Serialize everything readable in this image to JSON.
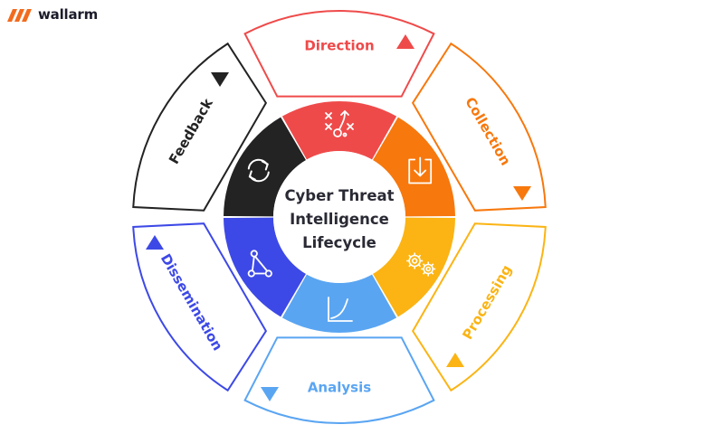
{
  "brand": {
    "name": "wallarm",
    "color": "#f26b1d"
  },
  "center": {
    "lines": [
      "Cyber Threat",
      "Intelligence",
      "Lifecycle"
    ]
  },
  "phases": [
    {
      "id": "direction",
      "label": "Direction",
      "color": "#ef4a4a",
      "icon": "strategy-play-icon"
    },
    {
      "id": "collection",
      "label": "Collection",
      "color": "#f7780d",
      "icon": "download-tray-icon"
    },
    {
      "id": "processing",
      "label": "Processing",
      "color": "#fbb414",
      "icon": "gears-icon"
    },
    {
      "id": "analysis",
      "label": "Analysis",
      "color": "#5aa5f2",
      "icon": "line-chart-icon"
    },
    {
      "id": "dissemination",
      "label": "Dissemination",
      "color": "#3d49e6",
      "icon": "share-nodes-icon"
    },
    {
      "id": "feedback",
      "label": "Feedback",
      "color": "#232323",
      "icon": "refresh-arrows-icon"
    }
  ]
}
